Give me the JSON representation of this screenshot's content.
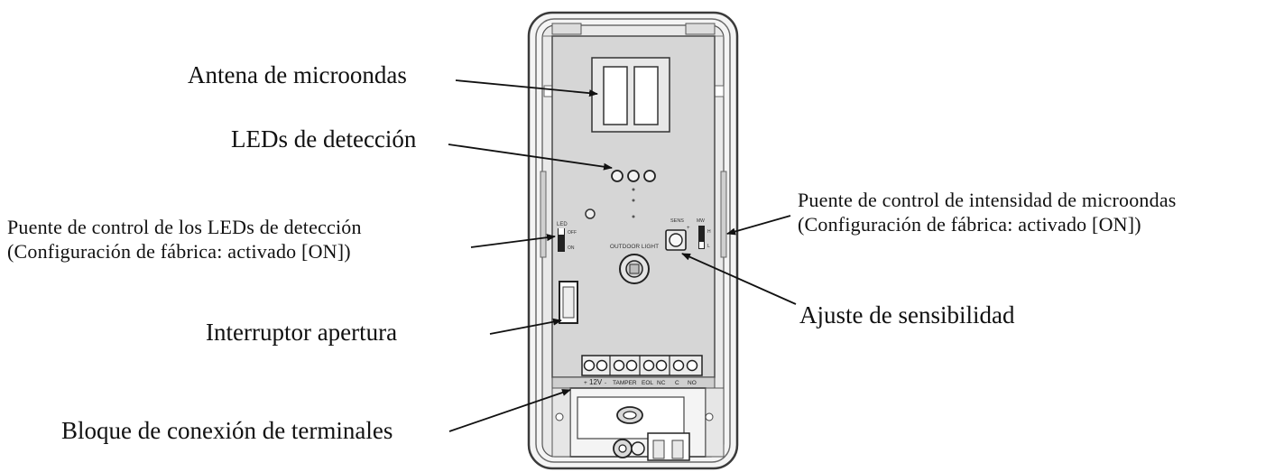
{
  "callouts": {
    "microwave_antenna": "Antena de microondas",
    "detection_leds": "LEDs de detección",
    "led_jumper_line1": "Puente de control de los LEDs de detección",
    "led_jumper_line2": "(Configuración de fábrica: activado [ON])",
    "opening_switch": "Interruptor apertura",
    "terminal_block": "Bloque de conexión de terminales",
    "mw_jumper_line1": "Puente de control de intensidad de microondas",
    "mw_jumper_line2": "(Configuración de fábrica: activado [ON])",
    "sensitivity": "Ajuste de sensibilidad"
  },
  "board_text": {
    "led": "LED",
    "off": "OFF",
    "on": "ON",
    "outdoor_light": "OUTDOOR LIGHT",
    "sens": "SENS",
    "sens_plus": "+",
    "mw": "MW",
    "mw_h": "H",
    "mw_l": "L",
    "t_plus": "+",
    "t_12v": "12V",
    "t_minus": "-",
    "t_tamper": "TAMPER",
    "t_eol": "EOL",
    "t_nc": "NC",
    "t_c": "C",
    "t_no": "NO"
  },
  "colors": {
    "housing": "#f4f4f4",
    "board": "#d6d6d6",
    "outline": "#3a3a3a"
  }
}
